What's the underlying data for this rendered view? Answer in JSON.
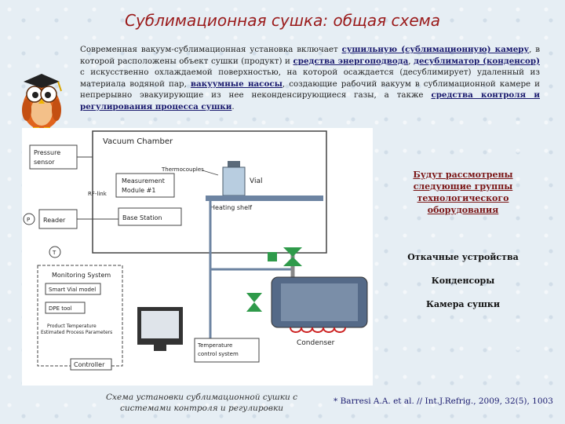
{
  "title": "Сублимационная сушка: общая схема",
  "intro": {
    "t1": "Современная вакуум-сублимационная установка включает ",
    "term1": "сушильную (сублимационную) камеру",
    "t2": ", в которой расположены объект сушки (продукт) и ",
    "term2": "средства энергоподвода",
    "t3": ", ",
    "term3": "десублиматор (конденсор)",
    "t4": " с искусственно охлаждаемой поверхностью, на которой осаждается (десублимирует) удаленный из материала водяной пар, ",
    "term4": "вакуумные насосы",
    "t5": ", создающие рабочий вакуум в сублимационной камере и непрерывно эвакуирующие из нее неконденсирующиеся газы, а также ",
    "term5": "средства контроля и регулирования процесса сушки",
    "t6": "."
  },
  "diagram": {
    "vacuum_chamber": "Vacuum Chamber",
    "pressure_sensor_1": "Pressure",
    "pressure_sensor_2": "sensor",
    "thermocouples": "Thermocouples",
    "measurement_module_1": "Measurement",
    "measurement_module_2": "Module #1",
    "vial": "Vial",
    "rf_link": "RF-link",
    "heating_shelf": "Heating shelf",
    "reader": "Reader",
    "base_station": "Base Station",
    "p_symbol": "P",
    "t_symbol": "T",
    "monitoring_system": "Monitoring System",
    "smart_vial_model": "Smart Vial model",
    "dpe_tool": "DPE tool",
    "product_temperature": "Product Temperature",
    "estimated_parameters": "Estimated Process Parameters",
    "controller": "Controller",
    "temperature_control_1": "Temperature",
    "temperature_control_2": "control system",
    "condenser": "Condenser"
  },
  "side_note": "Будут рассмотрены следующие группы технологического оборудования",
  "list": [
    "Откачные устройства",
    "Конденсоры",
    "Камера сушки"
  ],
  "caption": "Схема установки сублимационной сушки с системами контроля и регулировки",
  "reference": "* Barresi A.A. et al. // Int.J.Refrig., 2009, 32(5), 1003"
}
